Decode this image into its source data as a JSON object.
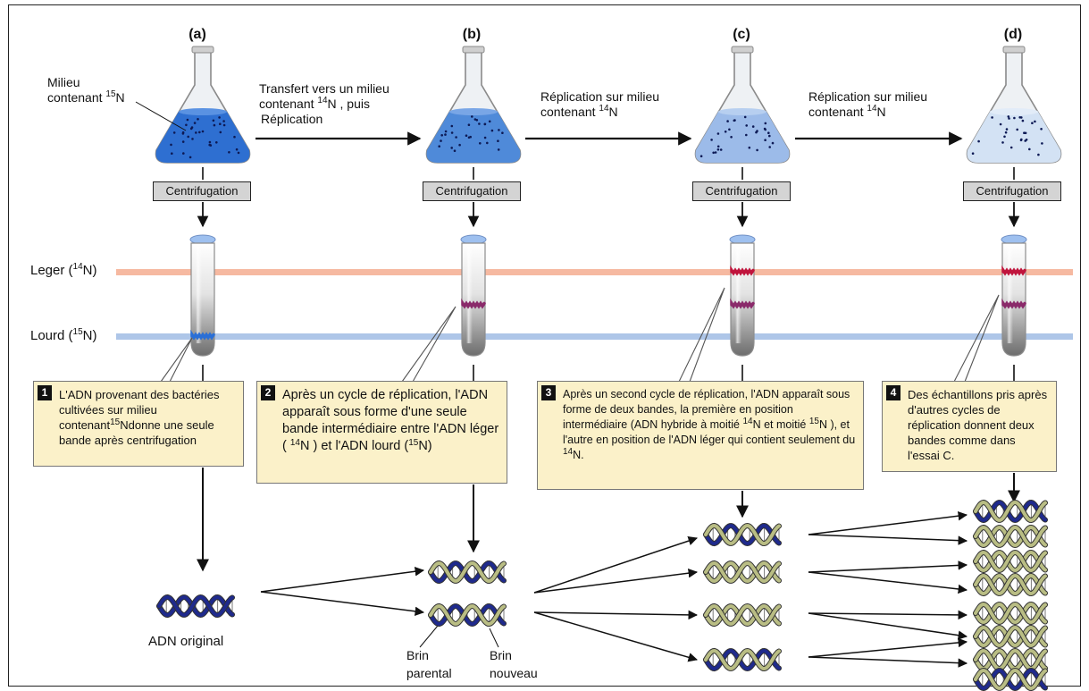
{
  "columns": [
    {
      "letter": "(a)",
      "num": "1"
    },
    {
      "letter": "(b)",
      "num": "2"
    },
    {
      "letter": "(c)",
      "num": "3"
    },
    {
      "letter": "(d)",
      "num": "4"
    }
  ],
  "flask_a_label": {
    "line1": "Milieu",
    "line2": "contenant ",
    "iso": "15",
    "el": "N"
  },
  "transfers": [
    {
      "line1": "Transfert vers un milieu",
      "line2": "contenant ",
      "iso": "14",
      "el": "N",
      "tail": " , puis",
      "line3": "Réplication"
    },
    {
      "line1": "Réplication sur milieu",
      "line2": "contenant ",
      "iso": "14",
      "el": "N"
    },
    {
      "line1": "Réplication sur milieu",
      "line2": "contenant ",
      "iso": "14",
      "el": "N"
    }
  ],
  "centrifugation_label": "Centrifugation",
  "bands": {
    "light": {
      "pre": "Leger (",
      "iso": "14",
      "post": "N)"
    },
    "heavy": {
      "pre": "Lourd (",
      "iso": "15",
      "post": "N)"
    }
  },
  "notes": {
    "n1": {
      "t1": "L'ADN provenant des bactéries cultivées sur milieu contenant",
      "iso": "15",
      "t2": "Ndonne une seule bande après centrifugation"
    },
    "n2": {
      "t1": "Après un cycle de réplication, l'ADN apparaît sous forme d'une seule bande intermédiaire entre l'ADN léger ( ",
      "iso1": "14",
      "t2": "N ) et l'ADN lourd (",
      "iso2": "15",
      "t3": "N)"
    },
    "n3": {
      "t1": "Après un second cycle de réplication, l'ADN apparaît sous forme de deux bandes, la première en position intermédiaire (ADN hybride à moitié ",
      "iso1": "14",
      "t2": "N  et moitié ",
      "iso2": "15",
      "t3": "N  ), et l'autre en position de l'ADN léger qui contient seulement du ",
      "iso3": "14",
      "t4": "N."
    },
    "n4": {
      "t1": "Des échantillons pris après d'autres  cycles de réplication donnent deux bandes comme dans l'essai C."
    }
  },
  "dna_labels": {
    "original": "ADN original",
    "parental": "Brin\nparental",
    "new": "Brin\nnouveau"
  },
  "colors": {
    "dark_blue": "#1f2a8c",
    "new_strand": "#b9bd84",
    "rung": "#7a7a7a",
    "light_band": "#f6b9a1",
    "heavy_band": "#aec6e8",
    "note_bg": "#fbf1c9",
    "band_blue": "#2a6fd6",
    "band_red": "#c0143c",
    "band_purple": "#8a2a6a"
  }
}
